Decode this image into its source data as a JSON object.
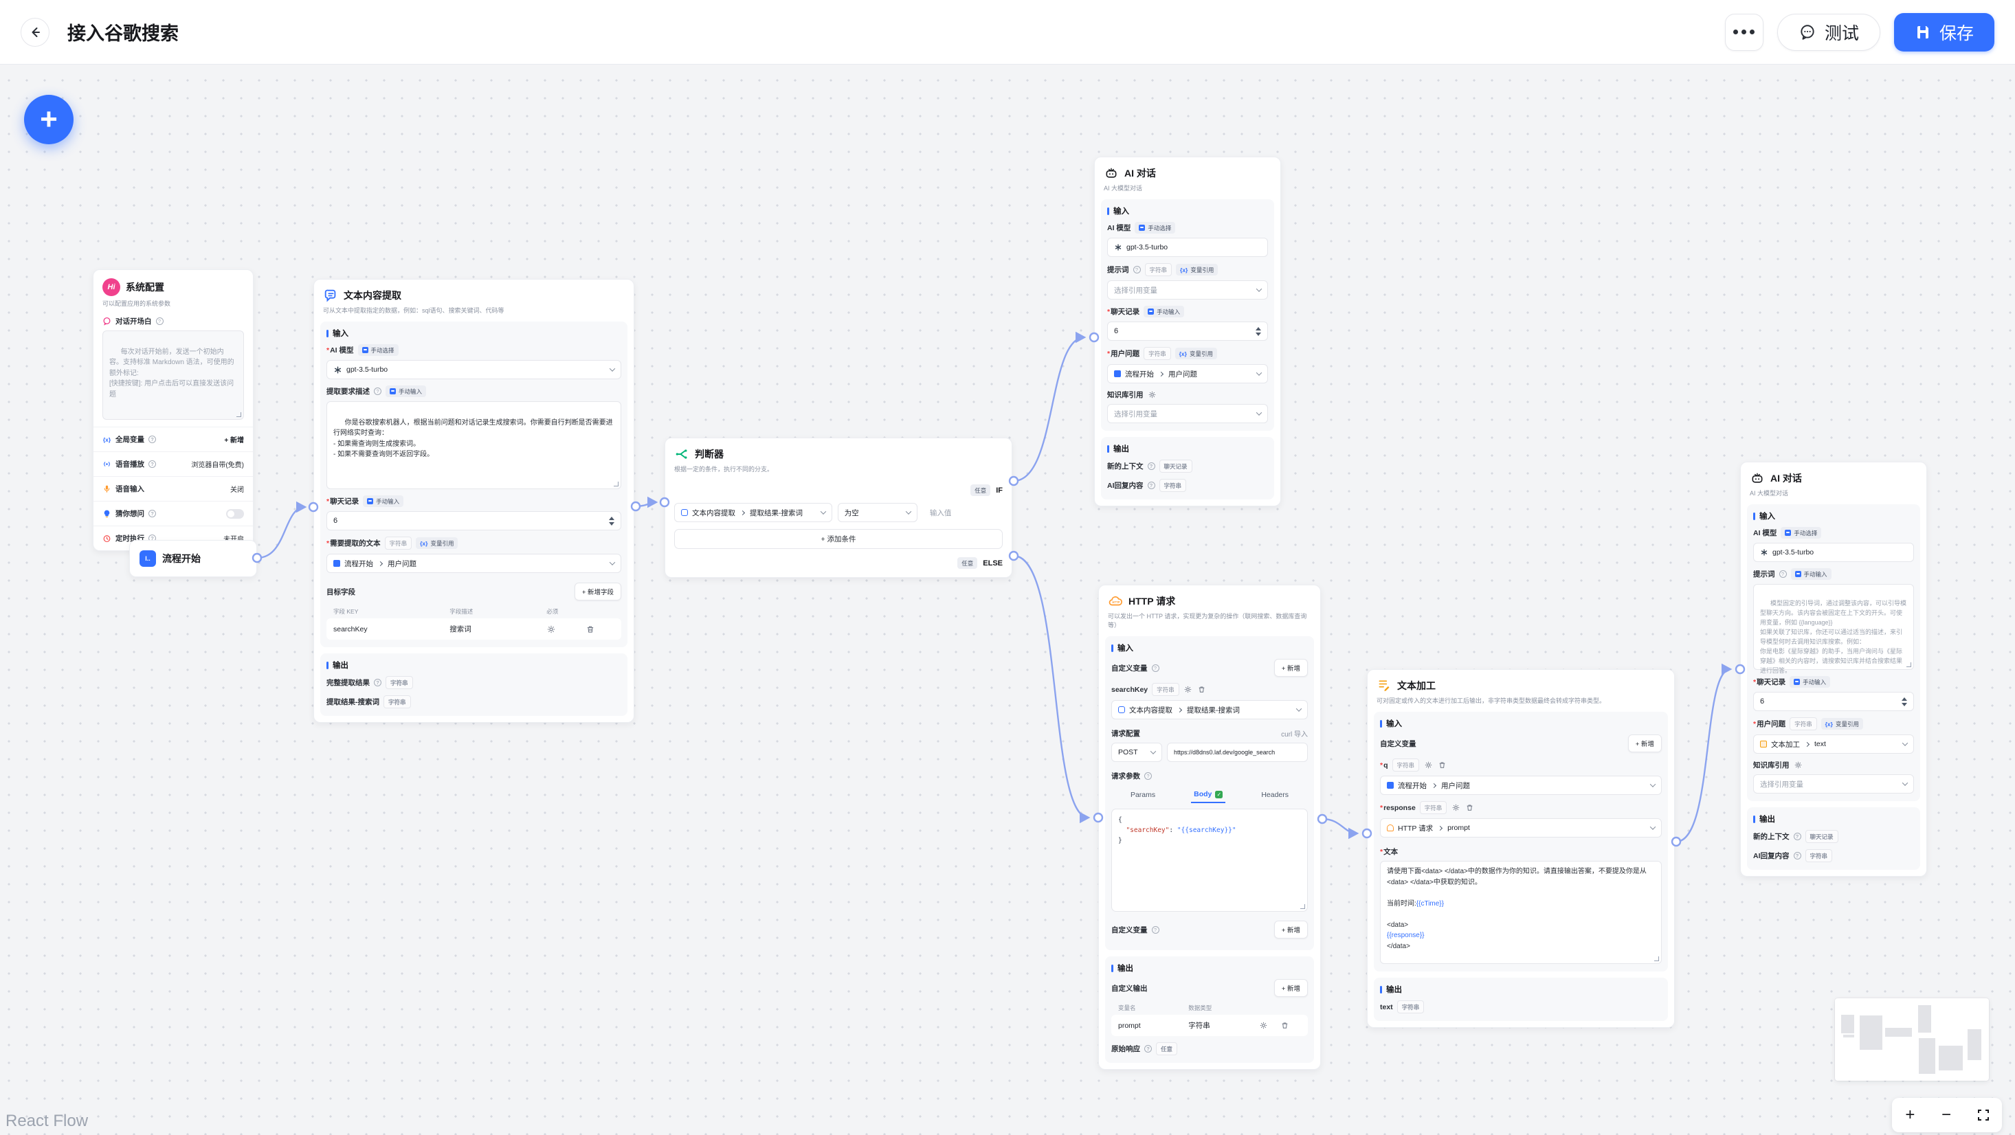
{
  "header": {
    "title": "接入谷歌搜索",
    "test_button": "测试",
    "save_button": "保存"
  },
  "colors": {
    "accent": "#3370ff",
    "edge": "#8ba3ef",
    "canvas_bg": "#f3f4f6",
    "icon_pink": "#f0418c",
    "icon_green": "#00b578",
    "icon_orange": "#ff9a2e",
    "code_key": "#c0392b",
    "code_var": "#3370ff"
  },
  "icons": {
    "hi": "Hi",
    "start_glyph": "I..",
    "var_braces": "{x}",
    "plus": "+",
    "minus": "−"
  },
  "labels": {
    "input": "输入",
    "output": "输出",
    "add": "+ 新增",
    "ai_model": "AI 模型",
    "model": "gpt-3.5-turbo",
    "prompt": "提示词",
    "chat": "聊天记录",
    "rounds": "6",
    "user_q": "用户问题",
    "kb": "知识库引用",
    "select_var": "选择引用变量",
    "new_ctx": "新的上下文",
    "ai_reply": "AI回复内容",
    "custom_var": "自定义变量"
  },
  "badges": {
    "manual_select": "手动选择",
    "manual_input": "手动输入",
    "string": "字符串",
    "var_ref": "变量引用",
    "chat": "聊天记录",
    "any": "任意"
  },
  "nodes": {
    "system": {
      "title": "系统配置",
      "subtitle": "可以配置应用的系统参数",
      "opening_label": "对话开场白",
      "opening_placeholder": "每次对话开始前，发送一个初始内容。支持标准 Markdown 语法，可使用的额外标记:\n[快捷按键]: 用户点击后可以直接发送该问题",
      "rows": [
        {
          "label": "全局变量",
          "value": "+ 新增"
        },
        {
          "label": "语音播放",
          "value": "浏览器自带(免费)"
        },
        {
          "label": "语音输入",
          "value": "关闭"
        },
        {
          "label": "猜你想问",
          "value": ""
        },
        {
          "label": "定时执行",
          "value": "未开启"
        }
      ]
    },
    "start": {
      "title": "流程开始"
    },
    "extract": {
      "title": "文本内容提取",
      "subtitle": "可从文本中提取指定的数据，例如：sql语句、搜索关键词、代码等",
      "desc_label": "提取要求描述",
      "desc_value": "你是谷歌搜索机器人，根据当前问题和对话记录生成搜索词。你需要自行判断是否需要进行网络实时查询：\n- 如果需查询则生成搜索词。\n- 如果不需要查询则不返回字段。",
      "text_label": "需要提取的文本",
      "ref_node": "流程开始",
      "ref_field": "用户问题",
      "target_label": "目标字段",
      "add_field": "+ 新增字段",
      "cols": [
        "字段 KEY",
        "字段描述",
        "必须"
      ],
      "row": {
        "key": "searchKey",
        "desc": "搜索词"
      },
      "out1": "完整提取结果",
      "out2": "提取结果-搜索词"
    },
    "judge": {
      "title": "判断器",
      "subtitle": "根据一定的条件，执行不同的分支。",
      "if": "IF",
      "else": "ELSE",
      "ref_node": "文本内容提取",
      "ref_field": "提取结果-搜索词",
      "op": "为空",
      "value_ph": "输入值",
      "add_cond": "+ 添加条件"
    },
    "ai_top": {
      "title": "AI 对话",
      "subtitle": "AI 大模型对话",
      "ref_node": "流程开始",
      "ref_field": "用户问题"
    },
    "http": {
      "title": "HTTP 请求",
      "subtitle": "可以发出一个 HTTP 请求，实现更为复杂的操作（联网搜索、数据库查询等）",
      "var_name": "searchKey",
      "ref_node": "文本内容提取",
      "ref_field": "提取结果-搜索词",
      "req_label": "请求配置",
      "curl": "curl 导入",
      "method": "POST",
      "url": "https://d8dns0.laf.dev/google_search",
      "params_label": "请求参数",
      "tabs": [
        "Params",
        "Body",
        "Headers"
      ],
      "code": {
        "b1": "{",
        "key": "\"searchKey\"",
        "sep": ": ",
        "val": "\"{{searchKey}}\"",
        "b2": "}"
      },
      "custom_out": "自定义输出",
      "cols": [
        "变量名",
        "数据类型"
      ],
      "row": {
        "name": "prompt",
        "type": "字符串"
      },
      "raw": "原始响应"
    },
    "textproc": {
      "title": "文本加工",
      "subtitle": "可对固定或传入的文本进行加工后输出，非字符串类型数据最终会转成字符串类型。",
      "q_name": "q",
      "q_ref_node": "流程开始",
      "q_ref_field": "用户问题",
      "resp_name": "response",
      "resp_ref_node": "HTTP 请求",
      "resp_ref_field": "prompt",
      "text_label": "文本",
      "text": {
        "s1": "请使用下面<data> </data>中的数据作为你的知识。请直接输出答案，不要提及你是从<data> </data>中获取的知识。\n\n当前时间:",
        "v1": "{{cTime}}",
        "s2": "\n\n<data>\n",
        "v2": "{{response}}",
        "s3": "\n</data>"
      },
      "out_name": "text"
    },
    "ai_right": {
      "title": "AI 对话",
      "subtitle": "AI 大模型对话",
      "prompt_ph": "模型固定的引导词，通过调整该内容，可以引导模型聊天方向。该内容会被固定在上下文的开头。可使用变量，例如 {{language}}\n如果关联了知识库，你还可以通过适当的描述，来引导模型何时去调用知识库搜索。例如：\n你是电影《星际穿越》的助手，当用户询问与《星际穿越》相关的内容时，请搜索知识库并结合搜索结果进行回答。",
      "ref_node": "文本加工",
      "ref_field": "text"
    }
  },
  "attribution": "React Flow"
}
